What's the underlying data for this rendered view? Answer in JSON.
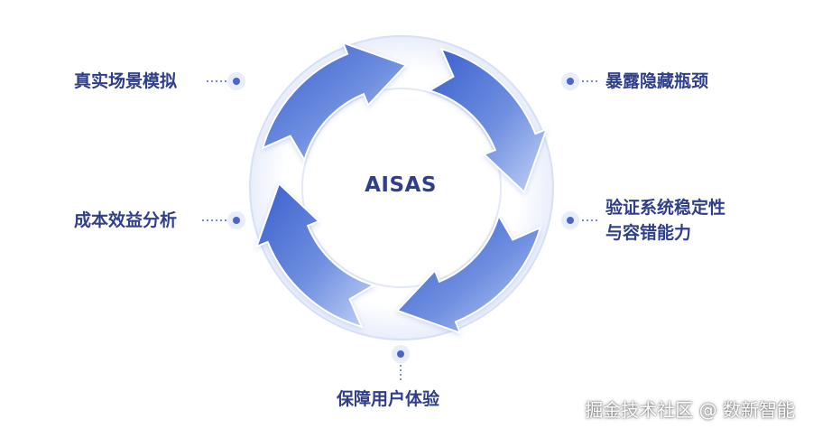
{
  "diagram": {
    "center": "AISAS",
    "labels": {
      "top_left": "真实场景模拟",
      "mid_left": "成本效益分析",
      "top_right": "暴露隐藏瓶颈",
      "mid_right_line1": "验证系统稳定性",
      "mid_right_line2": "与容错能力",
      "bottom": "保障用户体验"
    },
    "colors": {
      "arrow_dark": "#3f63cf",
      "arrow_light": "#b7c8f3",
      "text": "#2f3f8a",
      "dot": "#4a64c9"
    }
  },
  "watermark": "掘金技术社区 @ 数新智能"
}
